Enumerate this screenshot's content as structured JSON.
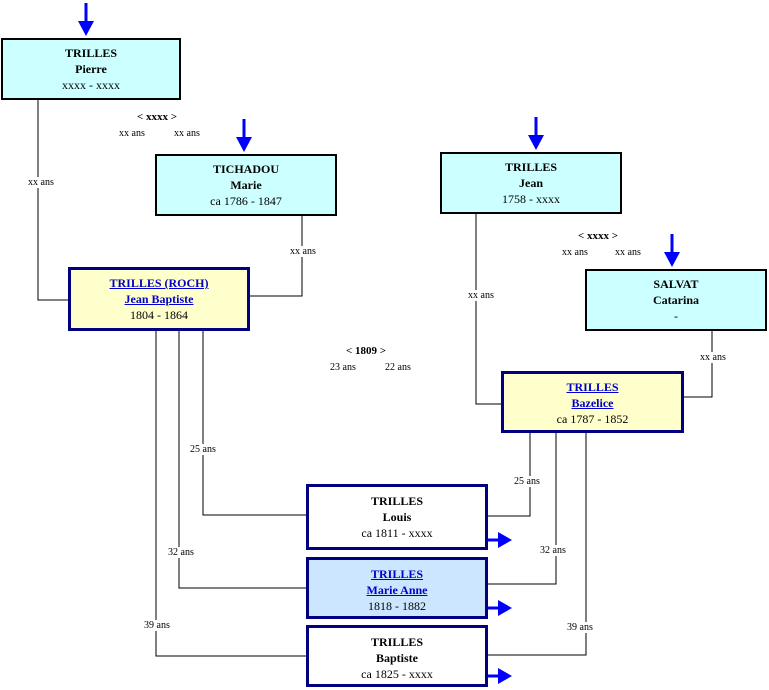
{
  "colors": {
    "ancestor_bg": "#ccffff",
    "spouse_bg": "#ffffcc",
    "selected_child_bg": "#cce6ff",
    "link": "#0000cc",
    "arrow": "#0000ff",
    "frame": "#000080"
  },
  "icons": {
    "expand_up": "arrow-down-icon",
    "expand_children": "arrow-right-icon"
  },
  "persons": {
    "pierre": {
      "surname": "TRILLES",
      "given": "Pierre",
      "dates": "xxxx - xxxx"
    },
    "marie": {
      "surname": "TICHADOU",
      "given": "Marie",
      "dates": "ca 1786 - 1847"
    },
    "jean": {
      "surname": "TRILLES",
      "given": "Jean",
      "dates": "1758 - xxxx"
    },
    "catarina": {
      "surname": "SALVAT",
      "given": "Catarina",
      "dates": "-"
    },
    "jean_baptiste": {
      "surname": "TRILLES (ROCH)",
      "given": "Jean Baptiste",
      "dates": "1804 - 1864"
    },
    "bazelice": {
      "surname": "TRILLES",
      "given": "Bazelice",
      "dates": "ca 1787 - 1852"
    },
    "louis": {
      "surname": "TRILLES",
      "given": "Louis",
      "dates": "ca 1811 - xxxx"
    },
    "marie_anne": {
      "surname": "TRILLES",
      "given": "Marie Anne",
      "dates": "1818 - 1882"
    },
    "baptiste": {
      "surname": "TRILLES",
      "given": "Baptiste",
      "dates": "ca 1825 - xxxx"
    }
  },
  "marriages": {
    "left": {
      "date": "< xxxx >",
      "age_husband": "xx ans",
      "age_wife": "xx ans"
    },
    "right": {
      "date": "< xxxx >",
      "age_husband": "xx ans",
      "age_wife": "xx ans"
    },
    "center": {
      "date": "< 1809 >",
      "age_husband": "23 ans",
      "age_wife": "22 ans"
    }
  },
  "ages": {
    "pierre_to_child": "xx ans",
    "marie_to_child": "xx ans",
    "jean_to_child": "xx ans",
    "catarina_to_child": "xx ans",
    "father_louis": "25 ans",
    "father_marie_anne": "32 ans",
    "father_baptiste": "39 ans",
    "mother_louis": "25 ans",
    "mother_marie_anne": "32 ans",
    "mother_baptiste": "39 ans"
  }
}
